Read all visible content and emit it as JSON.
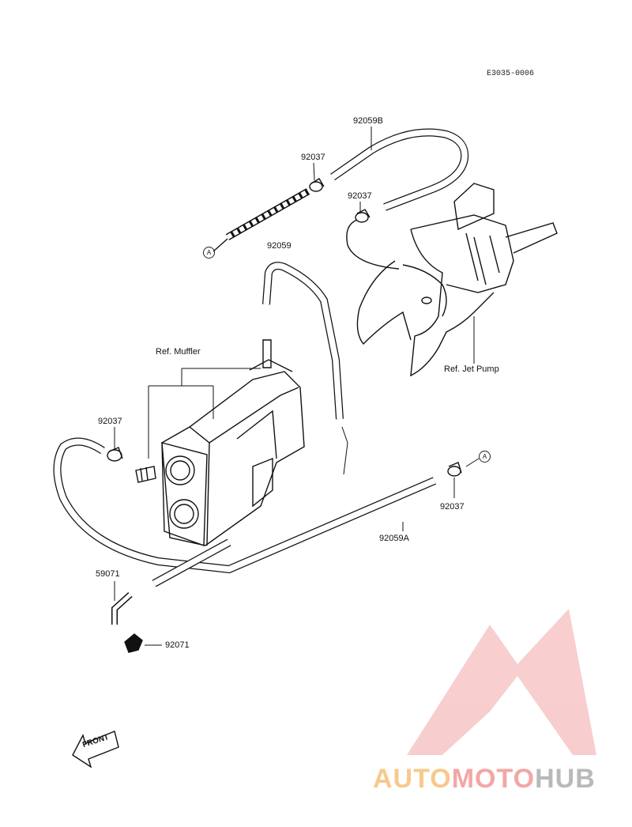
{
  "diagram_code": "E3035-0006",
  "callouts": {
    "p92059B": "92059B",
    "p92037_top": "92037",
    "p92037_mid": "92037",
    "p92059": "92059",
    "p92037_left": "92037",
    "p92037_right": "92037",
    "p92059A": "92059A",
    "p59071": "59071",
    "p92071": "92071"
  },
  "refs": {
    "muffler": "Ref. Muffler",
    "jet_pump": "Ref. Jet Pump"
  },
  "markers": {
    "a_left": "A",
    "a_right": "A"
  },
  "front_label": "FRONT",
  "watermark": {
    "part1": "AUTO",
    "part2": "MOTO",
    "part3": "HUB",
    "colors": {
      "orange": "#f7c98c",
      "pink": "#f3a6a6",
      "gray": "#b9b9b9"
    }
  }
}
